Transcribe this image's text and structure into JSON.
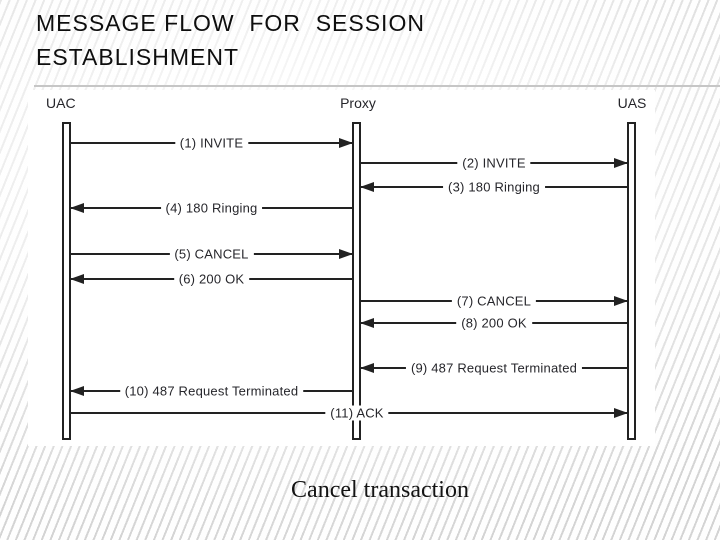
{
  "slide": {
    "title": "MESSAGE FLOW  FOR  SESSION\nESTABLISHMENT",
    "caption": "Cancel transaction"
  },
  "diagram": {
    "actors": [
      {
        "id": "UAC",
        "label": "UAC"
      },
      {
        "id": "Proxy",
        "label": "Proxy"
      },
      {
        "id": "UAS",
        "label": "UAS"
      }
    ],
    "messages": [
      {
        "num": 1,
        "label": "(1) INVITE",
        "from": "UAC",
        "to": "Proxy"
      },
      {
        "num": 2,
        "label": "(2) INVITE",
        "from": "Proxy",
        "to": "UAS"
      },
      {
        "num": 3,
        "label": "(3) 180 Ringing",
        "from": "UAS",
        "to": "Proxy"
      },
      {
        "num": 4,
        "label": "(4) 180 Ringing",
        "from": "Proxy",
        "to": "UAC"
      },
      {
        "num": 5,
        "label": "(5) CANCEL",
        "from": "UAC",
        "to": "Proxy"
      },
      {
        "num": 6,
        "label": "(6) 200 OK",
        "from": "Proxy",
        "to": "UAC"
      },
      {
        "num": 7,
        "label": "(7) CANCEL",
        "from": "Proxy",
        "to": "UAS"
      },
      {
        "num": 8,
        "label": "(8) 200 OK",
        "from": "UAS",
        "to": "Proxy"
      },
      {
        "num": 9,
        "label": "(9) 487 Request Terminated",
        "from": "UAS",
        "to": "Proxy"
      },
      {
        "num": 10,
        "label": "(10) 487 Request Terminated",
        "from": "Proxy",
        "to": "UAC"
      },
      {
        "num": 11,
        "label": "(11) ACK",
        "from": "UAC",
        "to": "UAS"
      }
    ],
    "colors": {
      "line": "#222222",
      "text": "#26262b",
      "panel": "#ffffff"
    }
  }
}
